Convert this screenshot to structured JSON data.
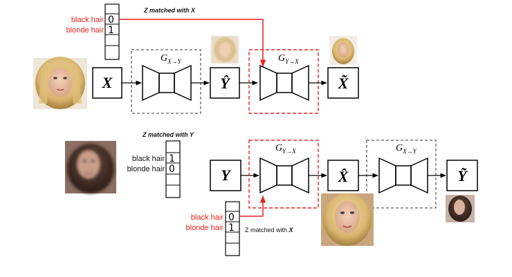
{
  "colors": {
    "highlight": "#e8211d",
    "stroke": "#000000",
    "dash_black": "#333333"
  },
  "top_row": {
    "attr_labels": [
      "black hair",
      "blonde hair"
    ],
    "attr_values": [
      "0",
      "1"
    ],
    "match_note": {
      "prefix": "Z matched with ",
      "var": "X"
    },
    "input_symbol": "X",
    "gen1": {
      "base": "G",
      "sub": "X→Y"
    },
    "mid_symbol": "Ŷ",
    "gen2": {
      "base": "G",
      "sub": "Y→X"
    },
    "out_symbol": "X̃"
  },
  "bottom_row": {
    "match_note_top": {
      "prefix": "Z matched with ",
      "var": "Y"
    },
    "attr_labels_top": [
      "black hair",
      "blonde hair"
    ],
    "attr_values_top": [
      "1",
      "0"
    ],
    "input_symbol": "Y",
    "gen1": {
      "base": "G",
      "sub": "Y→X"
    },
    "mid_symbol": "X̂",
    "gen2": {
      "base": "G",
      "sub": "X→Y"
    },
    "out_symbol": "Ỹ",
    "attr_labels_bottom": [
      "black hair",
      "blonde hair"
    ],
    "attr_values_bottom": [
      "0",
      "1"
    ],
    "match_note_bottom": {
      "prefix": "Z matched with ",
      "var": "X"
    }
  },
  "icons": [
    "blonde-face-photo",
    "blonde-face-small",
    "blonde-face-output",
    "brunette-face-blurry",
    "blonde-face-generated",
    "brunette-face-small"
  ]
}
